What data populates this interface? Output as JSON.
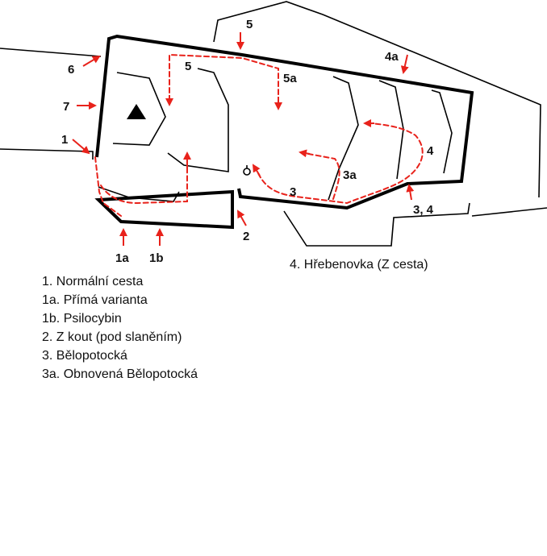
{
  "route_labels": {
    "r1": "1",
    "r1a": "1a",
    "r1b": "1b",
    "r2": "2",
    "r3": "3",
    "r3a": "3a",
    "r34": "3, 4",
    "r4": "4",
    "r4a": "4a",
    "r5_top": "5",
    "r5_inner": "5",
    "r5a": "5a",
    "r6": "6",
    "r7": "7"
  },
  "legend_left": [
    "1. Normální cesta",
    "1a. Přímá varianta",
    "1b. Psilocybin",
    "2. Z kout (pod slaněním)",
    "3. Bělopotocká",
    "3a. Obnovená Bělopotocká"
  ],
  "legend_right": [
    "4. Hřebenovka (Z cesta)"
  ],
  "colors": {
    "route": "#e8221b",
    "outline": "#000000"
  },
  "icons": {
    "summit": "triangle-summit-icon",
    "anchor": "ring-anchor-icon"
  }
}
